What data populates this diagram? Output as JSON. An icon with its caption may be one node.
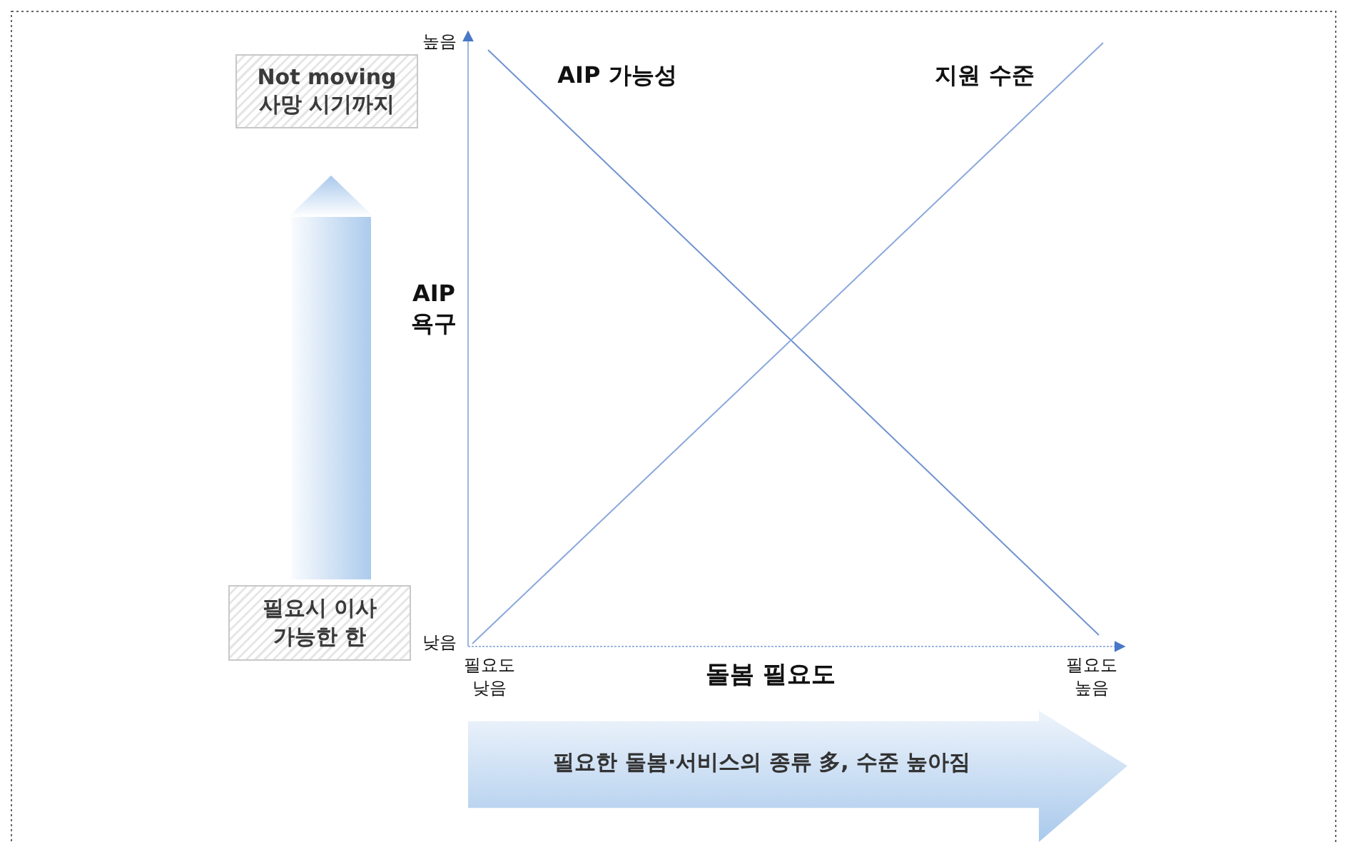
{
  "diagram": {
    "nodes": [
      {
        "text": [
          "Not moving 사망 시기까지"
        ]
      },
      {
        "text": [
          "필요시 이사 가능한 한"
        ]
      },
      {
        "text": [
          "필요한 돌봄·서비스의 종류 多, 수준 높아짐"
        ]
      }
    ],
    "edges": [
      {
        "from": 1,
        "to": 0,
        "arrow": "to"
      }
    ],
    "labels": [
      "높음",
      "AIP 가능성",
      "지원 수준",
      "AIP 욕구",
      "낮음",
      "필요도 낮음",
      "돌봄 필요도",
      "필요도 높음"
    ]
  }
}
